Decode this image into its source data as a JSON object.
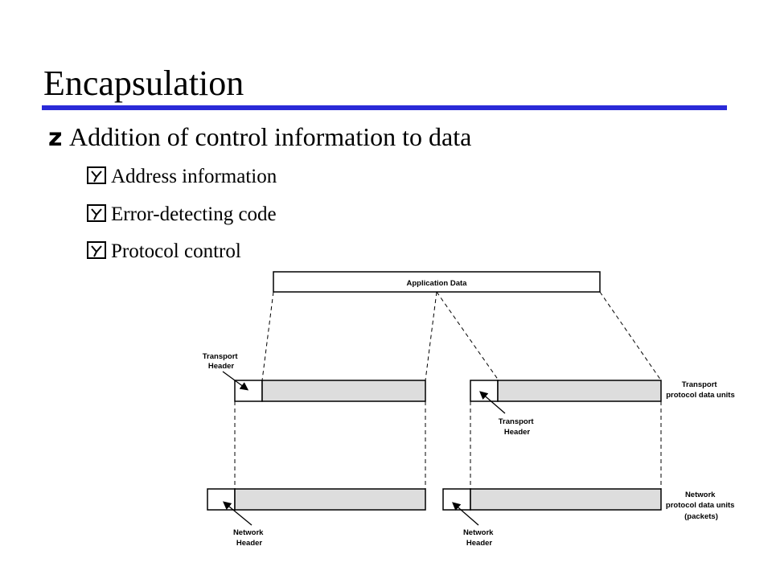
{
  "title": "Encapsulation",
  "bullets": {
    "main": "Addition of control information to data",
    "sub": [
      "Address information",
      "Error-detecting code",
      "Protocol control"
    ]
  },
  "icons": {
    "main_bullet": "z-bullet-icon",
    "sub_bullet": "checkbox-y-bullet-icon"
  },
  "colors": {
    "accent_rule": "#2a2ad8",
    "segment_fill": "#dddddd"
  },
  "diagram": {
    "application_data": "Application Data",
    "transport_header_line1": "Transport",
    "transport_header_line2": "Header",
    "transport_pdu_line1": "Transport",
    "transport_pdu_line2": "protocol data units",
    "network_header_line1": "Network",
    "network_header_line2": "Header",
    "network_pdu_line1": "Network",
    "network_pdu_line2": "protocol data units",
    "network_pdu_line3": "(packets)"
  }
}
